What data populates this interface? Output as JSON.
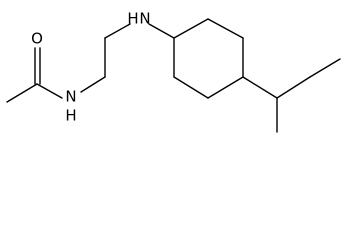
{
  "molecule": {
    "atom_labels": {
      "carbonyl_oxygen": "O",
      "amide_nitrogen_symbol": "N",
      "amide_nitrogen_h": "H",
      "amine_nitrogen_symbol": "N",
      "amine_nitrogen_h": "H"
    },
    "colors": {
      "bond": "#000000",
      "text": "#000000",
      "background": "#ffffff"
    }
  }
}
